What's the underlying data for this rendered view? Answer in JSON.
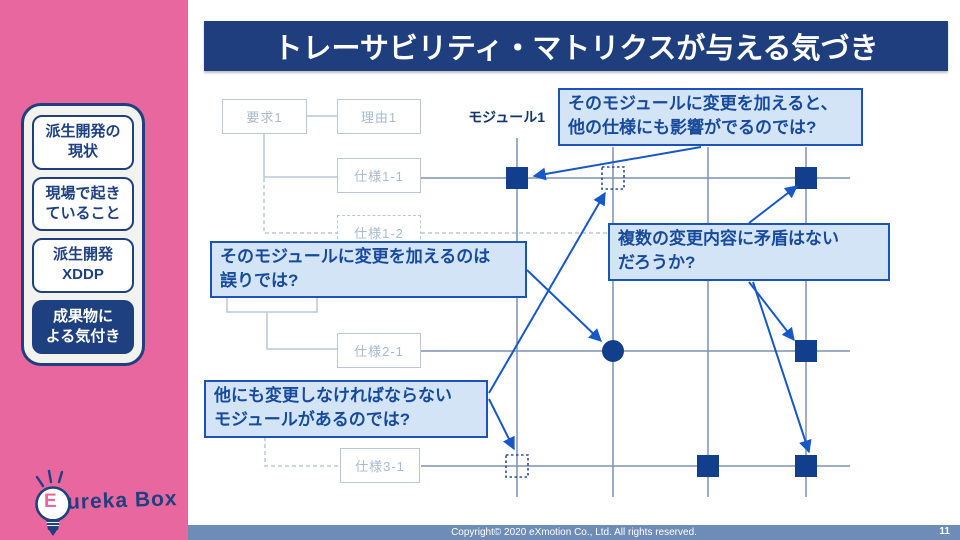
{
  "title": "トレーサビリティ・マトリクスが与える気づき",
  "sidebar": {
    "items": [
      {
        "lines": [
          "派生開発の",
          "現状"
        ],
        "active": false
      },
      {
        "lines": [
          "現場で起き",
          "ていること"
        ],
        "active": false
      },
      {
        "lines": [
          "派生開発",
          "XDDP"
        ],
        "active": false
      },
      {
        "lines": [
          "成果物に",
          "よる気付き"
        ],
        "active": true
      }
    ],
    "logo": {
      "initial": "E",
      "rest": "ureka Box"
    }
  },
  "diagram": {
    "module_label": "モジュール1",
    "tree_boxes": [
      {
        "label": "要求1"
      },
      {
        "label": "理由1"
      },
      {
        "label": "仕様1-1"
      },
      {
        "label": "仕様1-2"
      },
      {
        "label": "仕様2-1"
      },
      {
        "label": "仕様3-1"
      }
    ],
    "callouts": [
      {
        "id": "change-impact",
        "lines": [
          "そのモジュールに変更を加えると、",
          "他の仕様にも影響がでるのでは?"
        ]
      },
      {
        "id": "conflict",
        "lines": [
          "複数の変更内容に矛盾はない",
          "だろうか?"
        ]
      },
      {
        "id": "wrong-change",
        "lines": [
          "そのモジュールに変更を加えるのは",
          "誤りでは?"
        ]
      },
      {
        "id": "other-modules",
        "lines": [
          "他にも変更しなければならない",
          "モジュールがあるのでは?"
        ]
      }
    ]
  },
  "footer": {
    "copyright": "Copyright© 2020 eXmotion Co., Ltd. All rights reserved.",
    "page": "11"
  },
  "colors": {
    "sidebar_pink": "#e8679e",
    "navy": "#1e4080",
    "title_bar": "#1f3e7e",
    "callout_bg": "#d3e4f7",
    "callout_border": "#1d52b8",
    "arrow_blue": "#1758c8",
    "grid_line": "#7d92b0",
    "tree_line": "#b9c6da",
    "marker_navy": "#123f8c",
    "footer_bar": "#6e8cb8"
  }
}
